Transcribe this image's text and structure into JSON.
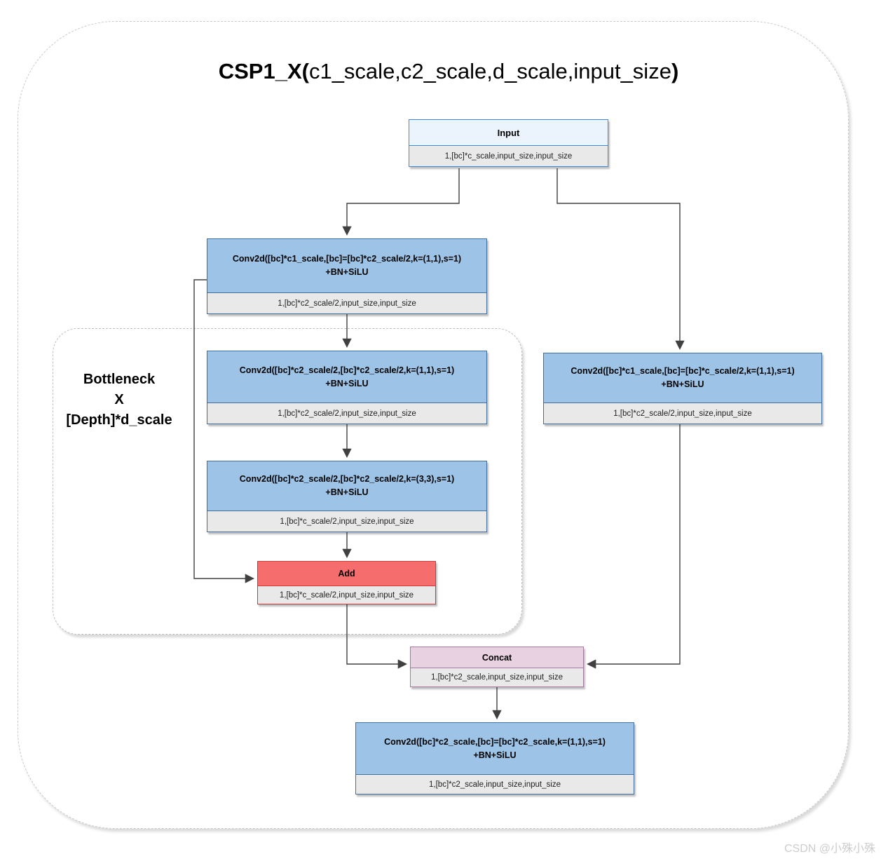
{
  "title": {
    "bold_open": "CSP1_X(",
    "args": "c1_scale,c2_scale,d_scale,input_size",
    "bold_close": ")"
  },
  "bottleneck_label": {
    "line1": "Bottleneck",
    "line2": "X",
    "line3": "[Depth]*d_scale"
  },
  "nodes": {
    "input": {
      "title": "Input",
      "shape": "1,[bc]*c_scale,input_size,input_size"
    },
    "conv_left_1": {
      "line1": "Conv2d([bc]*c1_scale,[bc]=[bc]*c2_scale/2,k=(1,1),s=1)",
      "line2": "+BN+SiLU",
      "shape": "1,[bc]*c2_scale/2,input_size,input_size"
    },
    "conv_bn_1": {
      "line1": "Conv2d([bc]*c2_scale/2,[bc]*c2_scale/2,k=(1,1),s=1)",
      "line2": "+BN+SiLU",
      "shape": "1,[bc]*c2_scale/2,input_size,input_size"
    },
    "conv_bn_2": {
      "line1": "Conv2d([bc]*c2_scale/2,[bc]*c2_scale/2,k=(3,3),s=1)",
      "line2": "+BN+SiLU",
      "shape": "1,[bc]*c_scale/2,input_size,input_size"
    },
    "add": {
      "title": "Add",
      "shape": "1,[bc]*c_scale/2,input_size,input_size"
    },
    "conv_right": {
      "line1": "Conv2d([bc]*c1_scale,[bc]=[bc]*c_scale/2,k=(1,1),s=1)",
      "line2": "+BN+SiLU",
      "shape": "1,[bc]*c2_scale/2,input_size,input_size"
    },
    "concat": {
      "title": "Concat",
      "shape": "1,[bc]*c2_scale,input_size,input_size"
    },
    "conv_out": {
      "line1": "Conv2d([bc]*c2_scale,[bc]=[bc]*c2_scale,k=(1,1),s=1)",
      "line2": "+BN+SiLU",
      "shape": "1,[bc]*c2_scale,input_size,input_size"
    }
  },
  "colors": {
    "conv_fill": "#9dc3e6",
    "conv_border": "#41709f",
    "input_fill": "#ebf3fc",
    "input_border": "#3d8be0",
    "add_fill": "#f66d6d",
    "add_border": "#d13838",
    "concat_fill": "#e8d2e1",
    "concat_border": "#a8799e",
    "shape_fill": "#e9e9e9",
    "arrow": "#404040",
    "dashed_frame": "#c9c9c9"
  },
  "watermark": "CSDN @小殊小殊"
}
